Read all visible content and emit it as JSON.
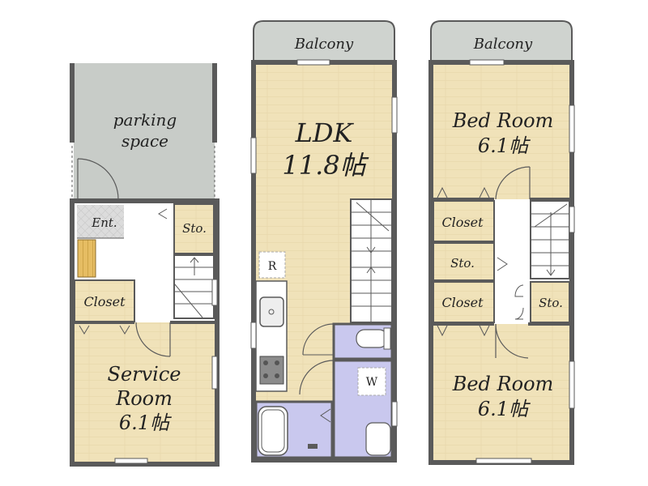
{
  "floors": [
    {
      "rooms": {
        "parking": [
          "parking",
          "space"
        ],
        "entrance": "Ent.",
        "storage": "Sto.",
        "closet": "Closet",
        "service_room": [
          "Service",
          "Room",
          "6.1帖"
        ]
      }
    },
    {
      "balcony": "Balcony",
      "rooms": {
        "ldk": [
          "LDK",
          "11.8帖"
        ],
        "refrigerator": "R",
        "washer": "W"
      }
    },
    {
      "balcony": "Balcony",
      "rooms": {
        "bedroom_upper": [
          "Bed Room",
          "6.1帖"
        ],
        "closet_upper": "Closet",
        "storage_mid": "Sto.",
        "closet_lower": "Closet",
        "storage_right": "Sto.",
        "bedroom_lower": [
          "Bed Room",
          "6.1帖"
        ]
      }
    }
  ],
  "colors": {
    "wall": "#5a5a5a",
    "wood_floor": "#f0e2b9",
    "parking": "#c8ccc8",
    "balcony": "#cfd3cf",
    "wet_area": "#c9c8ee",
    "tile": "#d7d7d7",
    "step": "#e3b95c"
  }
}
